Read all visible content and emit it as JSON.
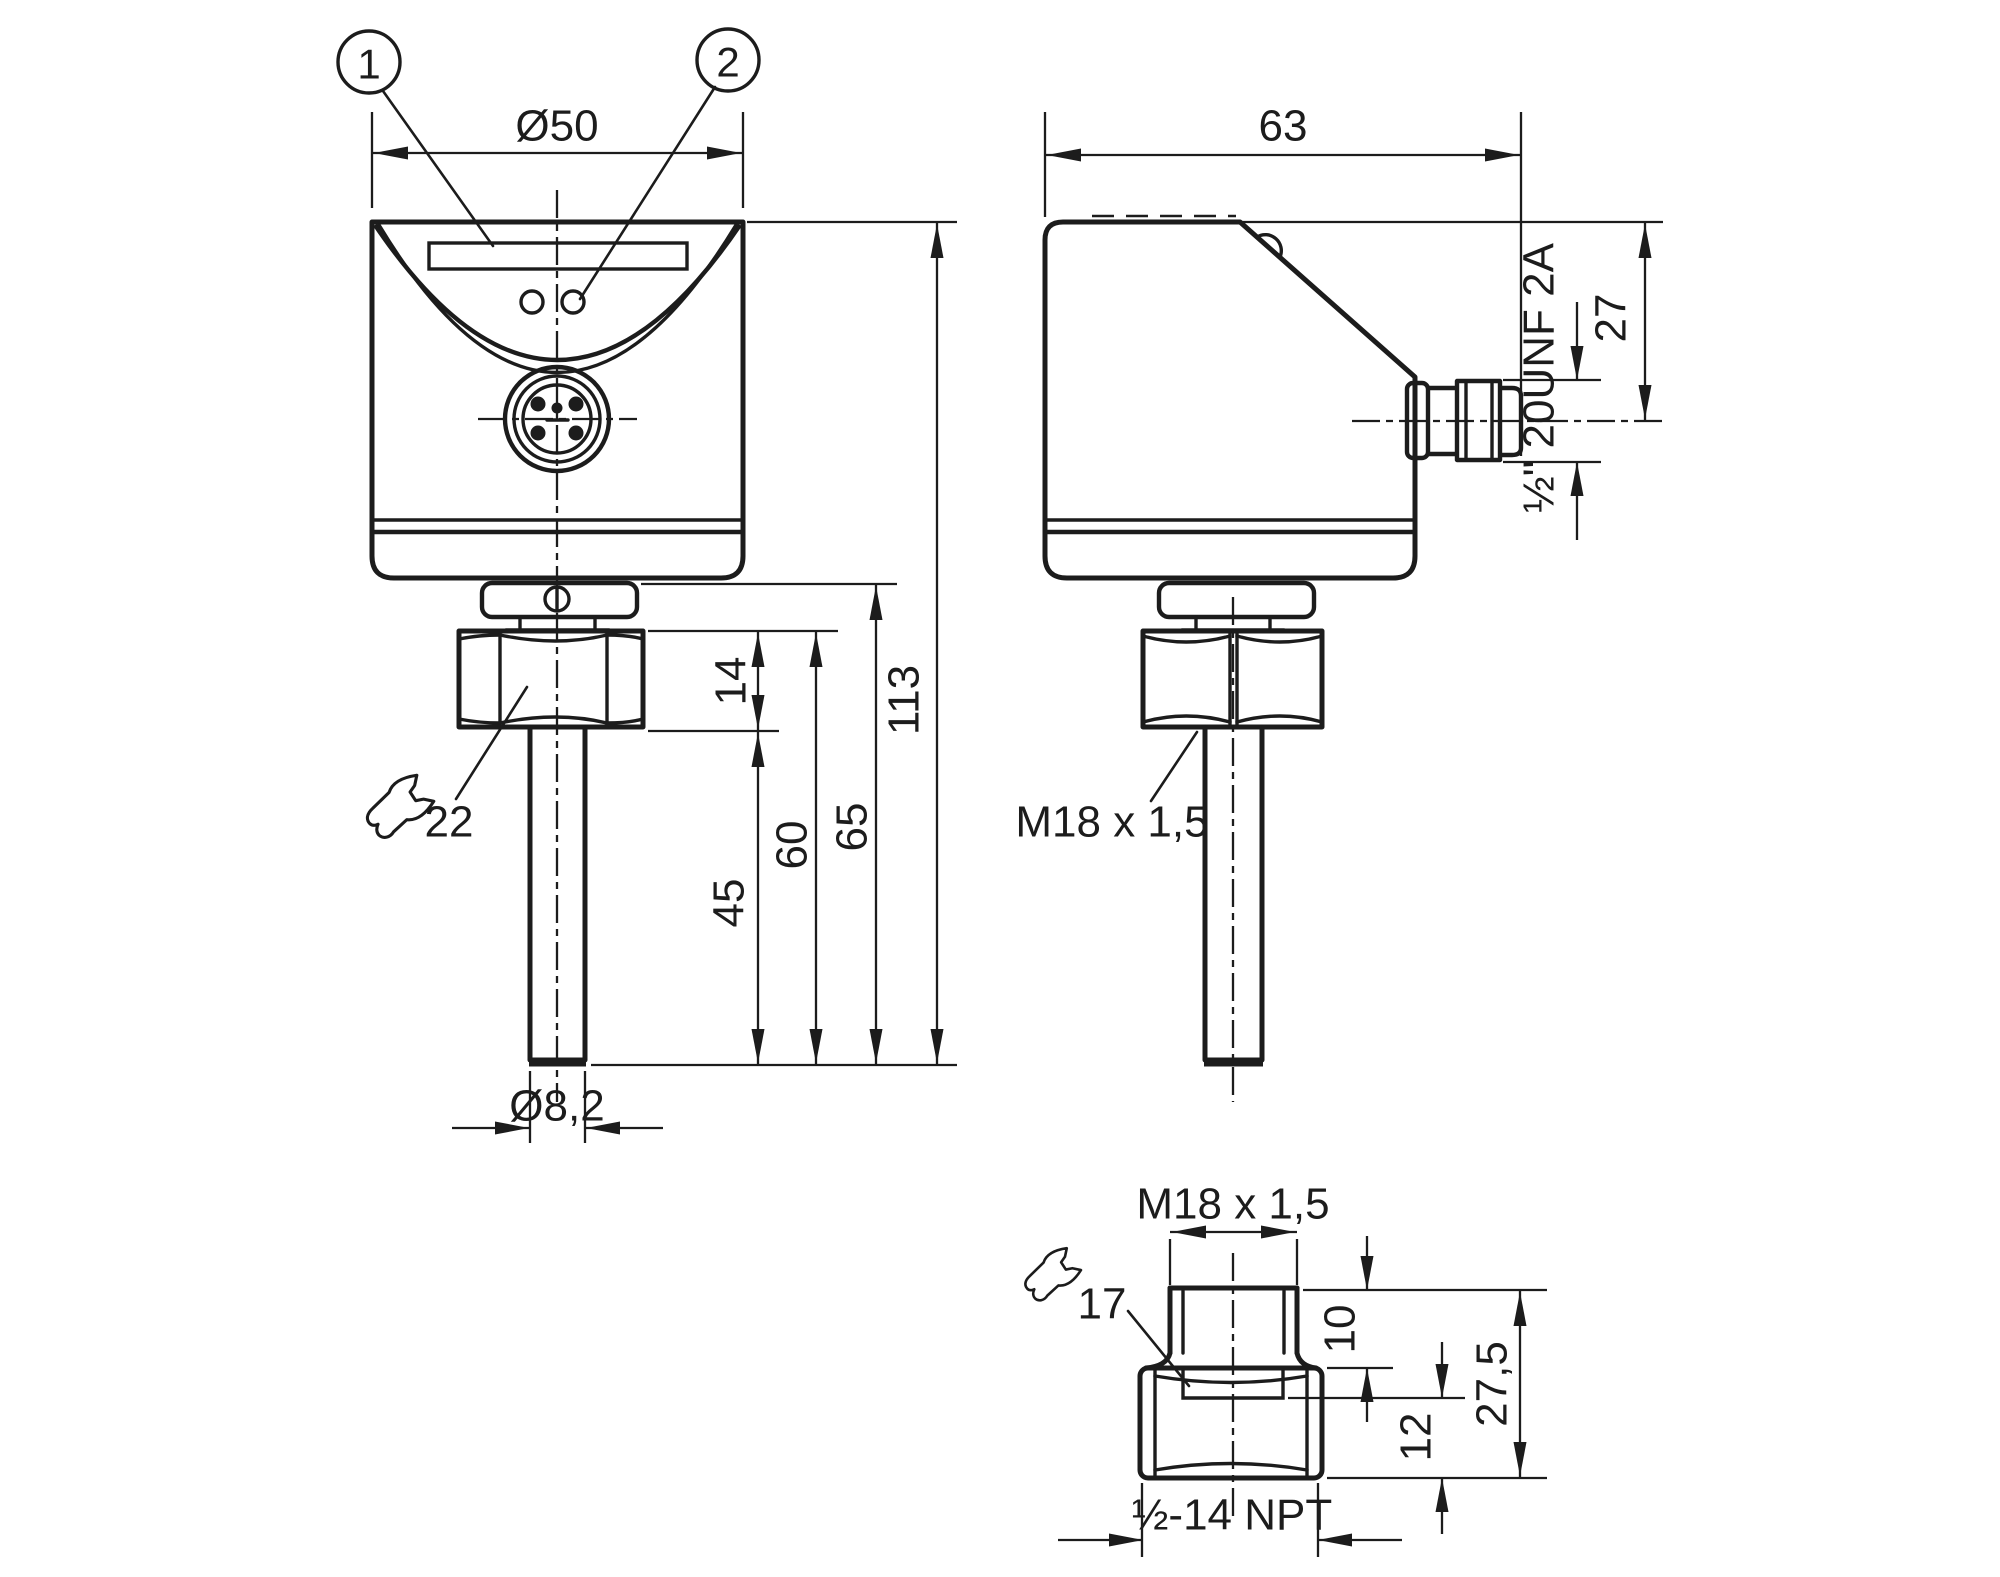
{
  "colors": {
    "background": "#ffffff",
    "line": "#1c1c1c"
  },
  "callouts": {
    "display_window": "1",
    "led_indicators": "2"
  },
  "front_view": {
    "head_diameter": "Ø50",
    "hex_height": "14",
    "probe_insertion_length": "45",
    "length_60": "60",
    "length_65": "65",
    "total_length": "113",
    "wrench_size": "22",
    "probe_diameter": "Ø8,2"
  },
  "side_view": {
    "housing_width": "63",
    "connector_offset": "27",
    "connector_thread": "½\" 20UNF 2A",
    "process_thread": "M18 x 1,5"
  },
  "adapter_view": {
    "top_thread": "M18 x 1,5",
    "wrench_size": "17",
    "top_thread_length": "10",
    "lower_thread_length": "12",
    "total_length": "27,5",
    "bottom_thread": "½-14 NPT"
  }
}
